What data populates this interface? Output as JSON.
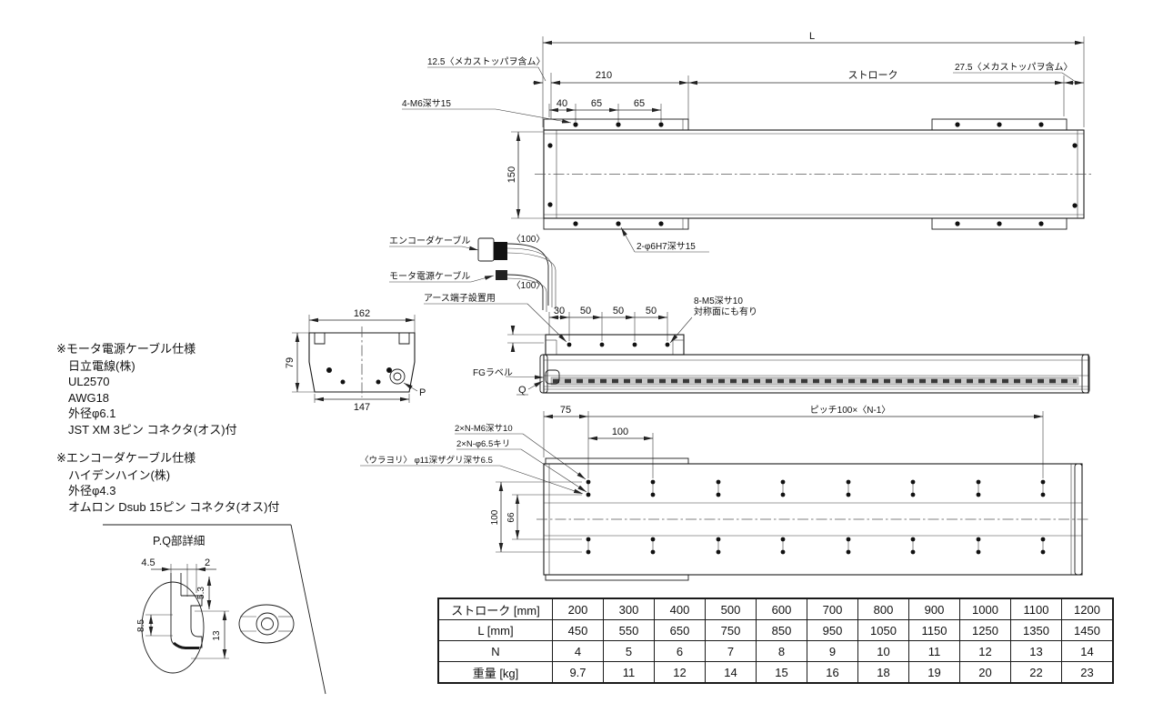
{
  "top_view": {
    "L": "L",
    "d125": "12.5〈メカストッパヲ含ム〉",
    "d275": "27.5〈メカストッパヲ含ム〉",
    "d210": "210",
    "stroke": "ストローク",
    "d40": "40",
    "d65a": "65",
    "d65b": "65",
    "m6": "4-M6深サ15",
    "d150": "150",
    "enc_cable": "エンコーダケーブル",
    "mot_cable": "モータ電源ケーブル",
    "b100a": "〈100〉",
    "b100b": "〈100〉",
    "phi6": "2-φ6H7深サ15"
  },
  "side_view": {
    "earth": "アース端子設置用",
    "d30": "30",
    "d50a": "50",
    "d50b": "50",
    "d50c": "50",
    "m5a": "8-M5深サ10",
    "m5b": "対称面にも有り",
    "fg": "FGラベル",
    "q": "Q"
  },
  "end_view": {
    "d162": "162",
    "d79": "79",
    "d147": "147",
    "p": "P"
  },
  "bottom_view": {
    "d75": "75",
    "d100": "100",
    "pitch": "ピッチ100×〈N-1〉",
    "m6n": "2×N-M6深サ10",
    "phi65": "2×N-φ6.5キリ",
    "ura": "〈ウラヨリ〉 φ11深ザグリ深サ6.5",
    "v100": "100",
    "v66": "66"
  },
  "detail": {
    "title": "P.Q部詳細",
    "d45": "4.5",
    "d2": "2",
    "d53": "5.3",
    "d85": "8.5",
    "d13": "13"
  },
  "notes": {
    "motor_cable": {
      "title": "※モータ電源ケーブル仕様",
      "lines": [
        "日立電線(株)",
        "UL2570",
        "AWG18",
        "外径φ6.1",
        "JST XM 3ピン コネクタ(オス)付"
      ]
    },
    "encoder_cable": {
      "title": "※エンコーダケーブル仕様",
      "lines": [
        "ハイデンハイン(株)",
        "外径φ4.3",
        "オムロン Dsub 15ピン コネクタ(オス)付"
      ]
    }
  },
  "table": {
    "rows": [
      {
        "header": "ストローク [mm]",
        "values": [
          "200",
          "300",
          "400",
          "500",
          "600",
          "700",
          "800",
          "900",
          "1000",
          "1100",
          "1200"
        ]
      },
      {
        "header": "L [mm]",
        "values": [
          "450",
          "550",
          "650",
          "750",
          "850",
          "950",
          "1050",
          "1150",
          "1250",
          "1350",
          "1450"
        ]
      },
      {
        "header": "N",
        "values": [
          "4",
          "5",
          "6",
          "7",
          "8",
          "9",
          "10",
          "11",
          "12",
          "13",
          "14"
        ]
      },
      {
        "header": "重量 [kg]",
        "values": [
          "9.7",
          "11",
          "12",
          "14",
          "15",
          "16",
          "18",
          "19",
          "20",
          "22",
          "23"
        ]
      }
    ]
  }
}
